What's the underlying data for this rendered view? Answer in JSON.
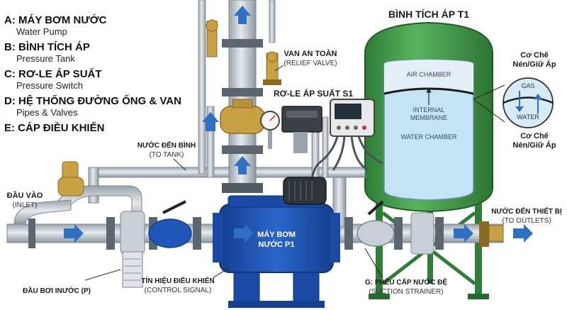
{
  "legend": [
    {
      "title": "A: MÁY BƠM NƯỚC",
      "subtitle": "Water Pump"
    },
    {
      "title": "B: BÌNH TÍCH ÁP",
      "subtitle": "Pressure Tank"
    },
    {
      "title": "C: RƠ-LE ÁP SUẤT",
      "subtitle": "Pressure Switch"
    },
    {
      "title": "D: HỆ THỐNG ĐƯỜNG ỐNG & VAN",
      "subtitle": "Pipes & Valves"
    },
    {
      "title": "E: CÁP ĐIỀU KHIỂN",
      "subtitle": ""
    }
  ],
  "labels": {
    "tank_title": "BÌNH TÍCH ÁP T1",
    "relief_valve": {
      "main": "VAN AN TOÀN",
      "sub": "(RELIEF VALVE)"
    },
    "pressure_switch": {
      "main": "RƠ-LE ÁP SUẤT S1"
    },
    "to_tank": {
      "main": "NƯỚC ĐẾN BÌNH",
      "sub": "(TO TANK)"
    },
    "inlet": {
      "main": "ĐẦU VÀO",
      "sub": "(INLET)"
    },
    "to_outlets": {
      "main": "NƯỚC ĐẾN THIẾT BỊ",
      "sub": "(TO OUTLETS)"
    },
    "control_signal": {
      "main": "TÍN HIỆU ĐIỀU KHIỂN",
      "sub": "(CONTROL SIGNAL)"
    },
    "suction_strainer": {
      "main": "G: PHỄU CẤP NƯỚC ĐỆ",
      "sub": "(SUCTION STRAINER)"
    },
    "foot_valve": {
      "main": "ĐẦU BƠI INƯỚC (P)"
    },
    "mechanism_top": {
      "main": "Cơ Chế",
      "sub": "Nén/Giữ Áp"
    },
    "mechanism_bottom": {
      "main": "Cơ Chế",
      "sub": "Nén/Giữ Áp"
    },
    "air_chamber": "AIR CHAMBER",
    "membrane": "INTERNAL\nMEMBRANE",
    "water_chamber": "WATER CHAMBER",
    "gas": "GAS",
    "water": "WATER",
    "pump": "MÁY BƠM\nNƯỚC P1"
  },
  "colors": {
    "pipe": "#c9cfd6",
    "pipe_edge": "#7d8690",
    "tank_green": "#3f9a47",
    "tank_blue": "#bfe0f3",
    "pump_blue": "#1f56b8",
    "arrow_blue": "#2f6fc4",
    "brass": "#c8a144",
    "flange": "#5c6670"
  },
  "icons": [
    "arrow-icon",
    "pressure-gauge-icon",
    "valve-handle-icon",
    "motor-icon"
  ]
}
